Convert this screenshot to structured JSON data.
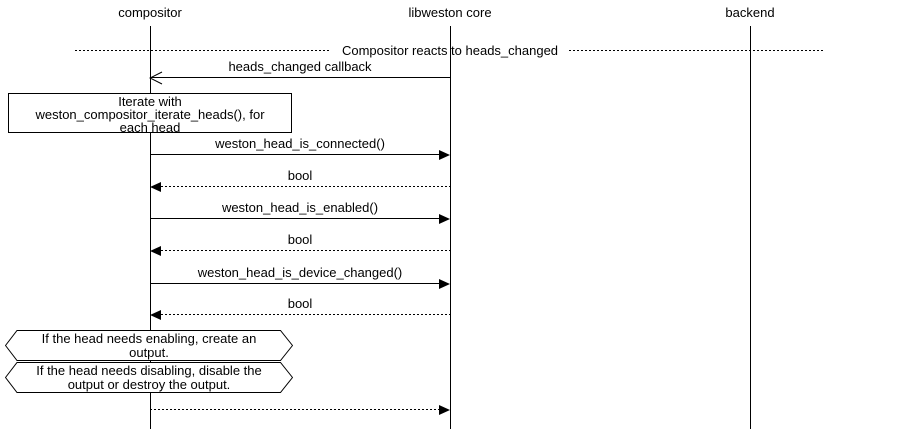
{
  "colors": {
    "background": "#ffffff",
    "line": "#000000",
    "note_fill": "#ffffff"
  },
  "participants": [
    {
      "label": "compositor"
    },
    {
      "label": "libweston core"
    },
    {
      "label": "backend"
    }
  ],
  "divider": {
    "label": "Compositor reacts to heads_changed"
  },
  "messages": [
    {
      "label": "heads_changed callback",
      "from": "libweston core",
      "to": "compositor",
      "line": "solid",
      "arrowhead": "open"
    },
    {
      "label": "weston_head_is_connected()",
      "from": "compositor",
      "to": "libweston core",
      "line": "solid",
      "arrowhead": "filled"
    },
    {
      "label": "bool",
      "from": "libweston core",
      "to": "compositor",
      "line": "dotted",
      "arrowhead": "filled"
    },
    {
      "label": "weston_head_is_enabled()",
      "from": "compositor",
      "to": "libweston core",
      "line": "solid",
      "arrowhead": "filled"
    },
    {
      "label": "bool",
      "from": "libweston core",
      "to": "compositor",
      "line": "dotted",
      "arrowhead": "filled"
    },
    {
      "label": "weston_head_is_device_changed()",
      "from": "compositor",
      "to": "libweston core",
      "line": "solid",
      "arrowhead": "filled"
    },
    {
      "label": "bool",
      "from": "libweston core",
      "to": "compositor",
      "line": "dotted",
      "arrowhead": "filled"
    },
    {
      "label": "",
      "from": "compositor",
      "to": "libweston core",
      "line": "dotted",
      "arrowhead": "filled"
    }
  ],
  "notes": {
    "iterate": {
      "shape": "rectangle",
      "lines": [
        "Iterate with",
        "weston_compositor_iterate_heads(), for",
        "each head"
      ]
    },
    "enable": {
      "shape": "hexagon",
      "lines": [
        "If the head needs enabling, create an",
        "output."
      ]
    },
    "disable": {
      "shape": "hexagon",
      "lines": [
        "If the head needs disabling, disable the",
        "output or destroy the output."
      ]
    }
  }
}
